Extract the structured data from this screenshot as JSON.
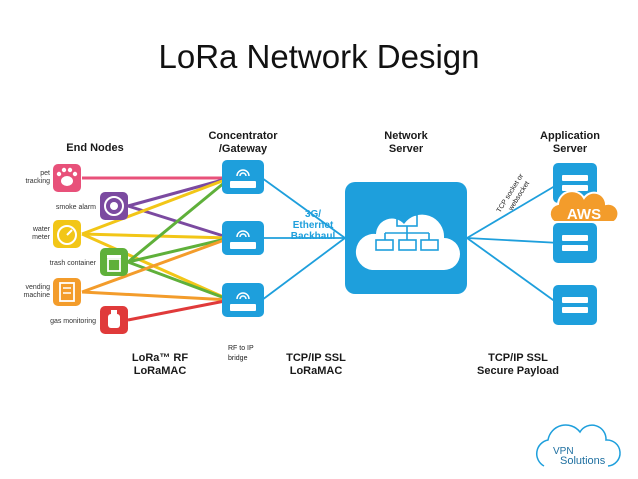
{
  "title": "LoRa Network Design",
  "headers": {
    "end_nodes": "End Nodes",
    "concentrator_1": "Concentrator",
    "concentrator_2": "/Gateway",
    "network_1": "Network",
    "network_2": "Server",
    "application_1": "Application",
    "application_2": "Server"
  },
  "end_nodes": [
    {
      "label_1": "pet",
      "label_2": "tracking",
      "icon": "paw-icon",
      "color": "#e8517a"
    },
    {
      "label_1": "smoke alarm",
      "label_2": "",
      "icon": "smoke-alarm-icon",
      "color": "#7b4aa0"
    },
    {
      "label_1": "water",
      "label_2": "meter",
      "icon": "gauge-icon",
      "color": "#f2c617"
    },
    {
      "label_1": "trash container",
      "label_2": "",
      "icon": "trash-icon",
      "color": "#5fb03a"
    },
    {
      "label_1": "vending",
      "label_2": "machine",
      "icon": "vending-icon",
      "color": "#f39c2b"
    },
    {
      "label_1": "gas monitoring",
      "label_2": "",
      "icon": "gas-icon",
      "color": "#e03a3a"
    }
  ],
  "backhaul": {
    "line1": "3G/",
    "line2": "Ethernet",
    "line3": "Backhaul"
  },
  "bottom": {
    "lora_rf_1": "LoRa™ RF",
    "lora_rf_2": "LoRaMAC",
    "rf_ip_1": "RF to IP",
    "rf_ip_2": "bridge",
    "tcp_1": "TCP/IP SSL",
    "tcp_2": "LoRaMAC",
    "secure_1": "TCP/IP SSL",
    "secure_2": "Secure Payload"
  },
  "socket_note_1": "TCP socket or",
  "socket_note_2": "websocket",
  "aws_label": "AWS",
  "logo": {
    "line1": "VPN",
    "line2": "Solutions"
  },
  "colors": {
    "accent": "#1e9fdc",
    "aws": "#f39c2b"
  }
}
